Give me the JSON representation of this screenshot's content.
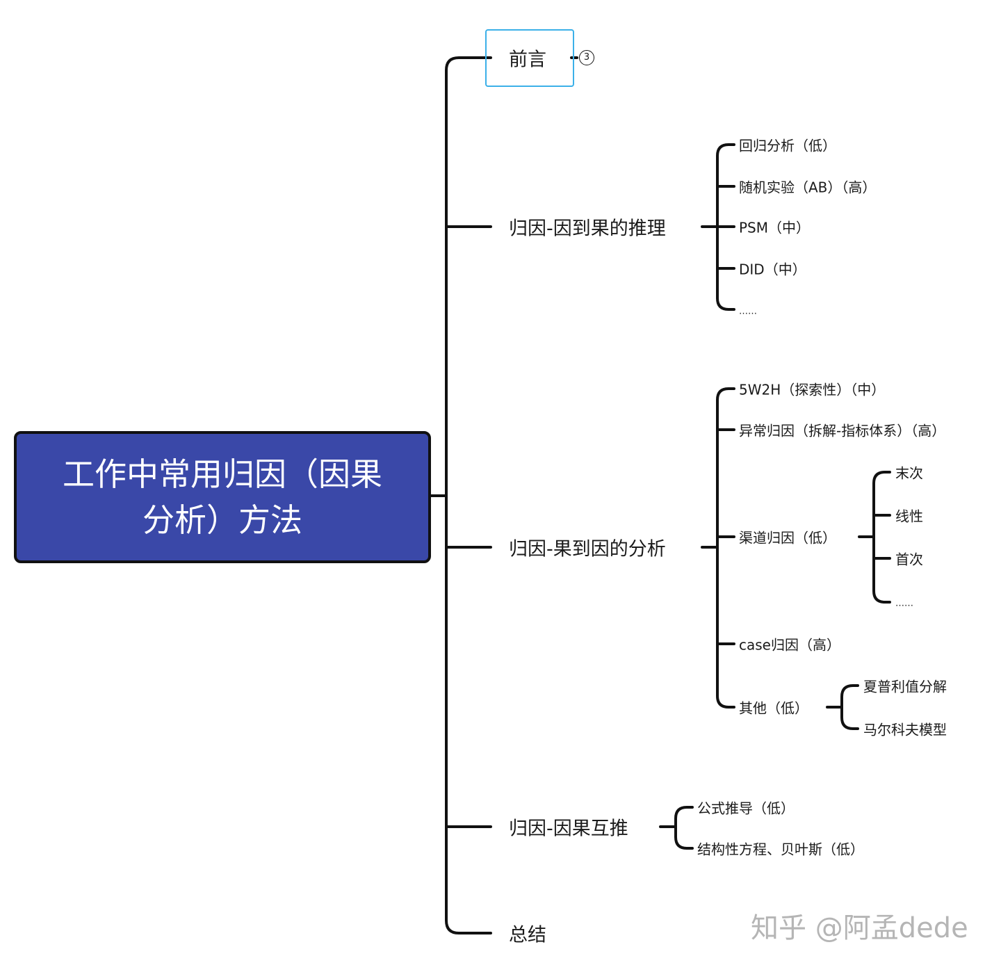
{
  "root": {
    "line1": "工作中常用归因（因果",
    "line2": "分析）方法",
    "color": "#3a48a8"
  },
  "branches": {
    "intro": {
      "label": "前言",
      "collapsed_count": "3"
    },
    "cause_to_effect": {
      "label": "归因-因到果的推理",
      "children": [
        "回归分析（低）",
        "随机实验（AB）（高）",
        "PSM（中）",
        "DID（中）",
        "……"
      ]
    },
    "effect_to_cause": {
      "label": "归因-果到因的分析",
      "children": [
        "5W2H（探索性）（中）",
        "异常归因（拆解-指标体系）（高）",
        "渠道归因（低）",
        "case归因（高）",
        "其他（低）"
      ],
      "channel_children": [
        "末次",
        "线性",
        "首次",
        "……"
      ],
      "other_children": [
        "夏普利值分解",
        "马尔科夫模型"
      ]
    },
    "mutual": {
      "label": "归因-因果互推",
      "children": [
        "公式推导（低）",
        "结构性方程、贝叶斯（低）"
      ]
    },
    "summary": {
      "label": "总结"
    }
  },
  "watermark": "知乎 @阿孟dede"
}
